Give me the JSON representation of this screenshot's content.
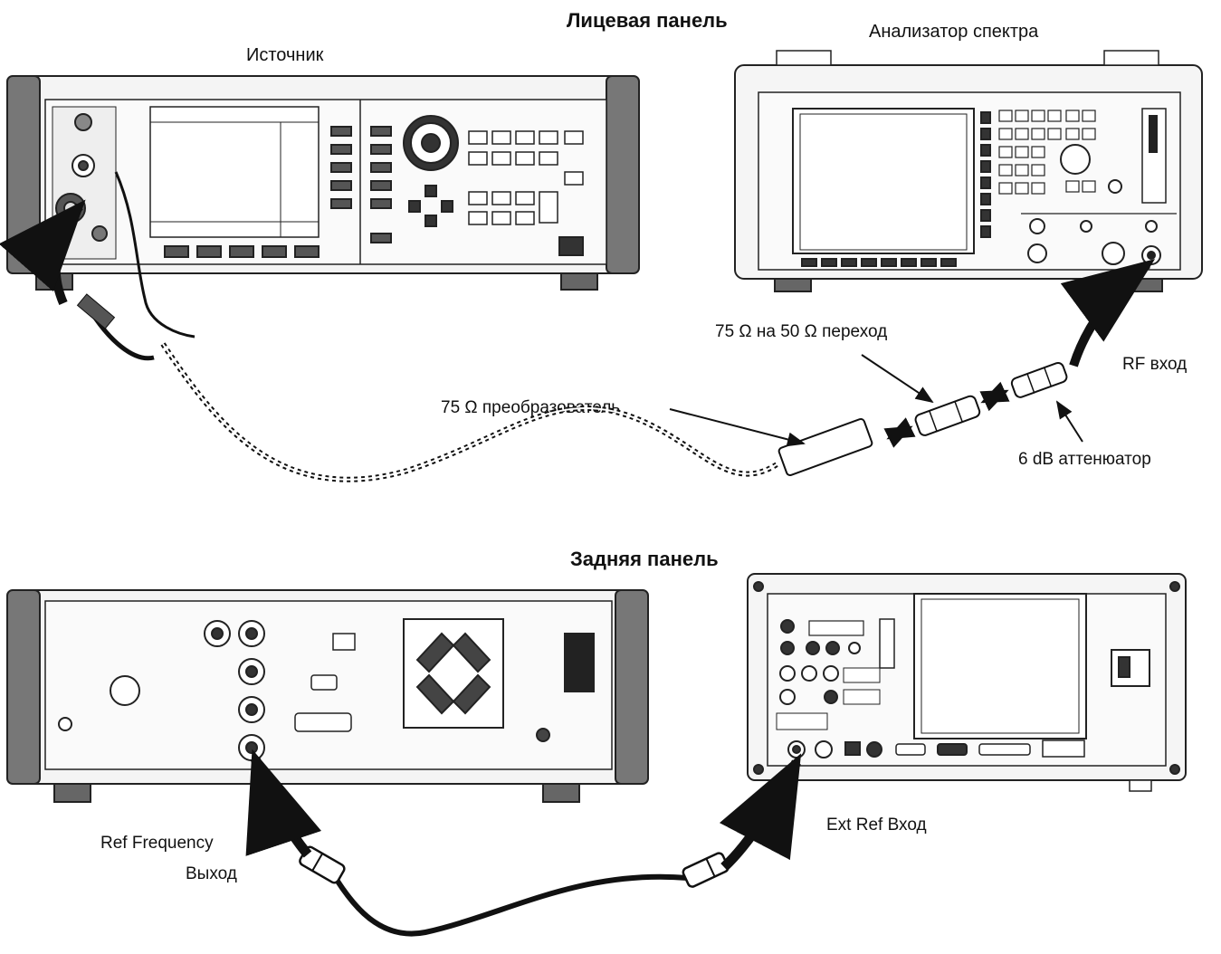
{
  "headings": {
    "front_panel": "Лицевая панель",
    "rear_panel": "Задняя панель"
  },
  "instruments": {
    "source": "Источник",
    "analyzer": "Анализатор спектра"
  },
  "callouts": {
    "adapter": "75 Ω на 50 Ω переход",
    "converter": "75 Ω преобразователь",
    "rf_input": "RF вход",
    "attenuator": "6 dB аттенюатор",
    "ext_ref": "Ext Ref Вход",
    "ref_freq_line1": "Ref Frequency",
    "ref_freq_line2": "Выход"
  }
}
